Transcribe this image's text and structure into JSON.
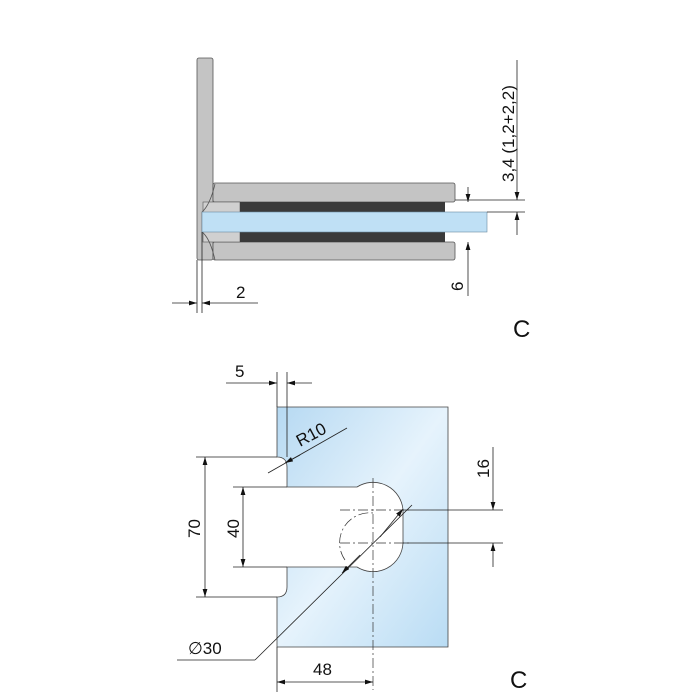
{
  "colors": {
    "glass": "#bfe0f5",
    "metal": "#c4c4c4",
    "gasket": "#3a3a3a"
  },
  "side_view": {
    "dim_thickness": "3,4 (1,2+2,2)",
    "dim_depth": "6",
    "dim_offset": "2",
    "variant": "C"
  },
  "front_view": {
    "dim_edge": "5",
    "dim_radius": "R10",
    "dim_height_outer": "70",
    "dim_height_slot": "40",
    "dim_hole_offset": "16",
    "dim_hole_diameter": "∅30",
    "dim_hole_position": "48",
    "variant": "C"
  }
}
